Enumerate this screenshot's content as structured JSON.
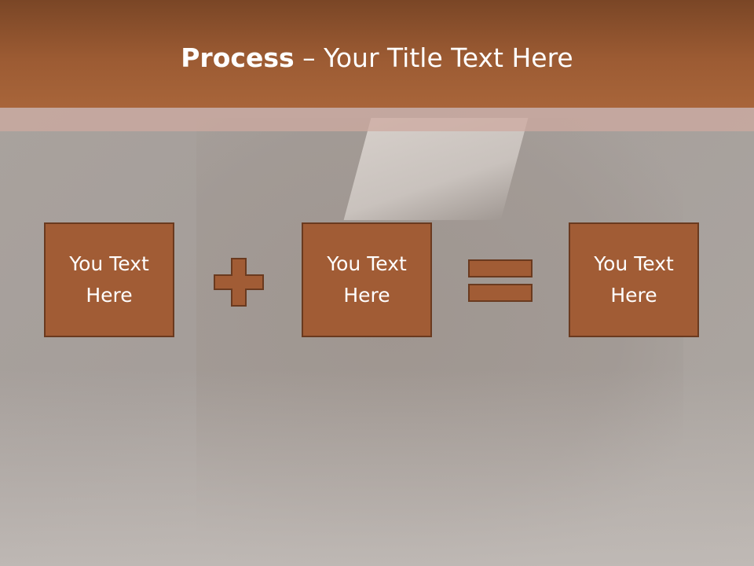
{
  "slide": {
    "title_bold": "Process",
    "title_rest": " – Your Title Text Here"
  },
  "boxes": [
    {
      "text": "You Text Here"
    },
    {
      "text": "You Text Here"
    },
    {
      "text": "You Text Here"
    }
  ],
  "operators": {
    "plus": "plus-icon",
    "equals": "equals-icon"
  },
  "colors": {
    "header_top": "#7a4626",
    "header_bottom": "#a8653a",
    "box_fill": "#a15c35",
    "box_border": "#6a3a1f",
    "text": "#ffffff"
  }
}
